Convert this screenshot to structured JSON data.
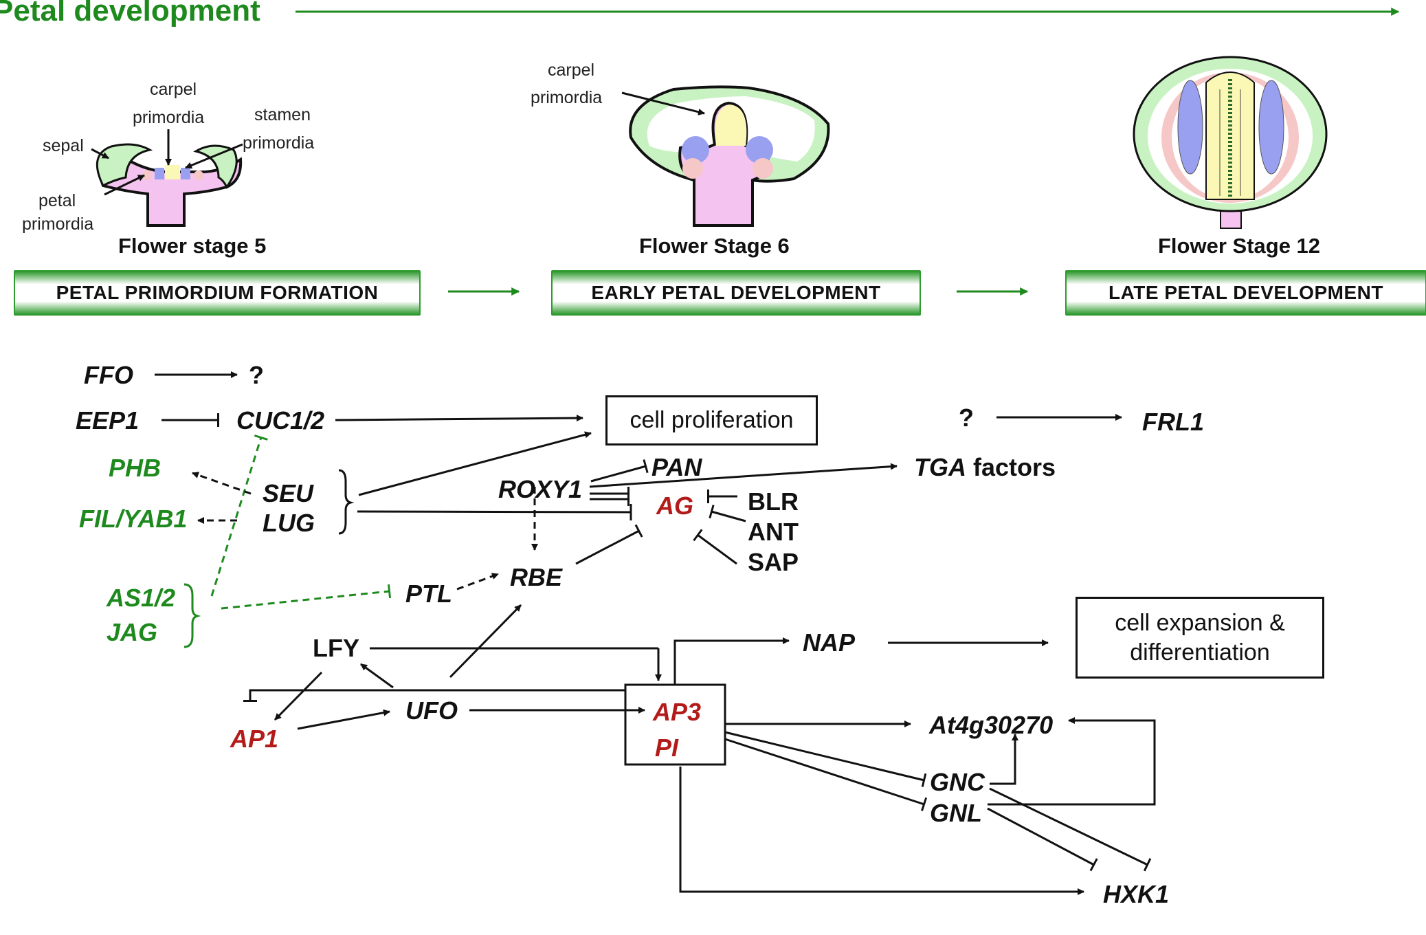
{
  "title": "Petal development",
  "stages": [
    {
      "name": "Flower stage 5",
      "phase": "PETAL PRIMORDIUM FORMATION"
    },
    {
      "name": "Flower Stage 6",
      "phase": "EARLY PETAL DEVELOPMENT"
    },
    {
      "name": "Flower Stage 12",
      "phase": "LATE  PETAL DEVELOPMENT"
    }
  ],
  "illustration_labels": {
    "sepal": "sepal",
    "carpel": "carpel",
    "primordia": "primordia",
    "stamen": "stamen",
    "petal": "petal",
    "carpel6": "carpel",
    "primordia6": "primordia"
  },
  "genes": {
    "ffo": "FFO",
    "q1": "?",
    "eep1": "EEP1",
    "cuc": "CUC1/2",
    "q2": "?",
    "frl1": "FRL1",
    "phb": "PHB",
    "seu": "SEU",
    "lug": "LUG",
    "fil": "FIL/YAB1",
    "roxy1": "ROXY1",
    "pan": "PAN",
    "tga": "TGA",
    "tga_suffix": " factors",
    "ag": "AG",
    "blr": "BLR",
    "ant": "ANT",
    "sap": "SAP",
    "as12": "AS1/2",
    "jag": "JAG",
    "ptl": "PTL",
    "rbe": "RBE",
    "lfy": "LFY",
    "nap": "NAP",
    "ap1": "AP1",
    "ufo": "UFO",
    "ap3": "AP3",
    "pi": "PI",
    "at4": "At4g30270",
    "gnc": "GNC",
    "gnl": "GNL",
    "hxk1": "HXK1"
  },
  "processes": {
    "proliferation": "cell proliferation",
    "expansion_1": "cell expansion &",
    "expansion_2": "differentiation"
  },
  "colors": {
    "green": "#1e8a1e",
    "red": "#b31b1b",
    "sepal": "#c9f2c2",
    "petal": "#f6c7c7",
    "stamen": "#9aa0f0",
    "carpel": "#fbf7b5",
    "meristem": "#f4c3ef"
  }
}
